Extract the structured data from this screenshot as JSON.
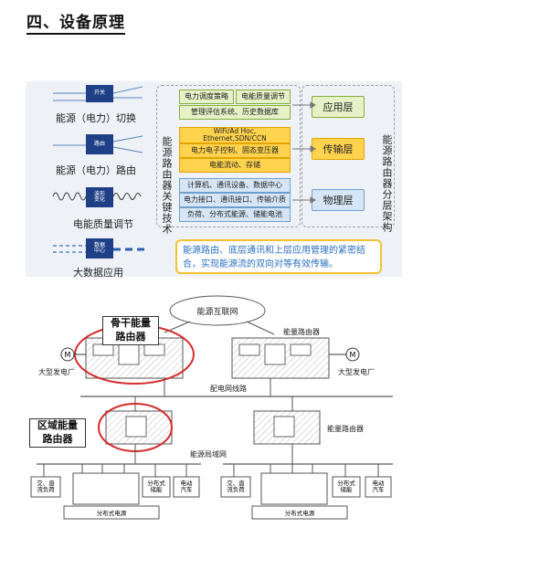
{
  "heading": "四、设备原理",
  "fig1": {
    "left_items": [
      {
        "icon": "开关",
        "label": "能源（电力）切换"
      },
      {
        "icon": "路由",
        "label": "能源（电力）路由"
      },
      {
        "icon": "波形\n变化",
        "label": "电能质量调节"
      },
      {
        "icon": "数据\n中心",
        "label": "大数据应用"
      }
    ],
    "tech_label": "能源路由器关键技术",
    "arch_label": "能源路由器分层架构",
    "green_row1": [
      "电力调度策略",
      "电能质量调节"
    ],
    "green_row2": "管理评估系统、历史数据库",
    "yellow_row1": "WiFi/Ad Hoc,\nEthernet,SDN/CCN",
    "yellow_row2": "电力电子控制、固态变压器",
    "yellow_row3": "电能流动、存储",
    "blue_row1": "计算机、通讯设备、数据中心",
    "blue_row2": "电力接口、通讯接口、传输介质",
    "blue_row3": "负荷、分布式能源、储能电池",
    "layers": [
      "应用层",
      "传输层",
      "物理层"
    ],
    "caption": "能源路由、底层通讯和上层应用管理的紧密结合，实现能源流的双向对等有效传输。"
  },
  "fig2": {
    "cloud": "能源互联网",
    "backbone_callout": "骨干能量\n路由器",
    "regional_callout": "区域能量\n路由器",
    "router_label_top": "能量路由器",
    "router_label_mid": "能量路由器",
    "motor": "M",
    "plant_left": "大型发电厂",
    "plant_right": "大型发电厂",
    "distribution_line": "配电网线路",
    "local_network": "能源局域网",
    "load_label": "交、直\n流负荷",
    "dist_storage": "分布式\n储能",
    "ev": "电动\n汽车",
    "dist_power": "分布式电源"
  }
}
